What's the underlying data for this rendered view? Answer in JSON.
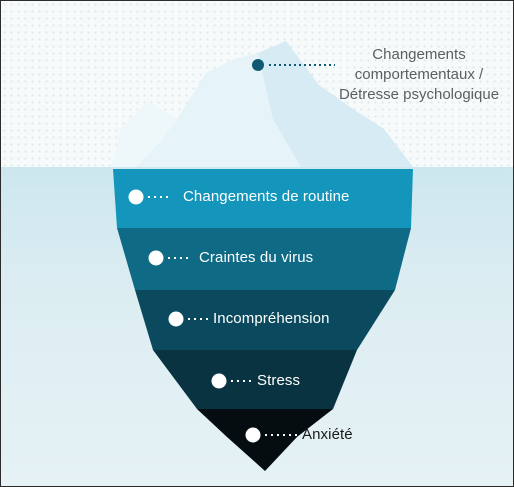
{
  "diagram": {
    "tip": {
      "lines": [
        "Changements",
        "comportementaux /",
        "Détresse psychologique"
      ]
    },
    "layers": [
      {
        "label": "Changements de routine",
        "color": "#1496bc"
      },
      {
        "label": "Craintes du virus",
        "color": "#0f6a86"
      },
      {
        "label": "Incompréhension",
        "color": "#0b4a5e"
      },
      {
        "label": "Stress",
        "color": "#0a3341"
      },
      {
        "label": "Anxiété",
        "color": "#050d11"
      }
    ],
    "tip_color": "#0f5a72",
    "ice_color": "#e3f2f7",
    "water_color": "#d4eaf1"
  }
}
